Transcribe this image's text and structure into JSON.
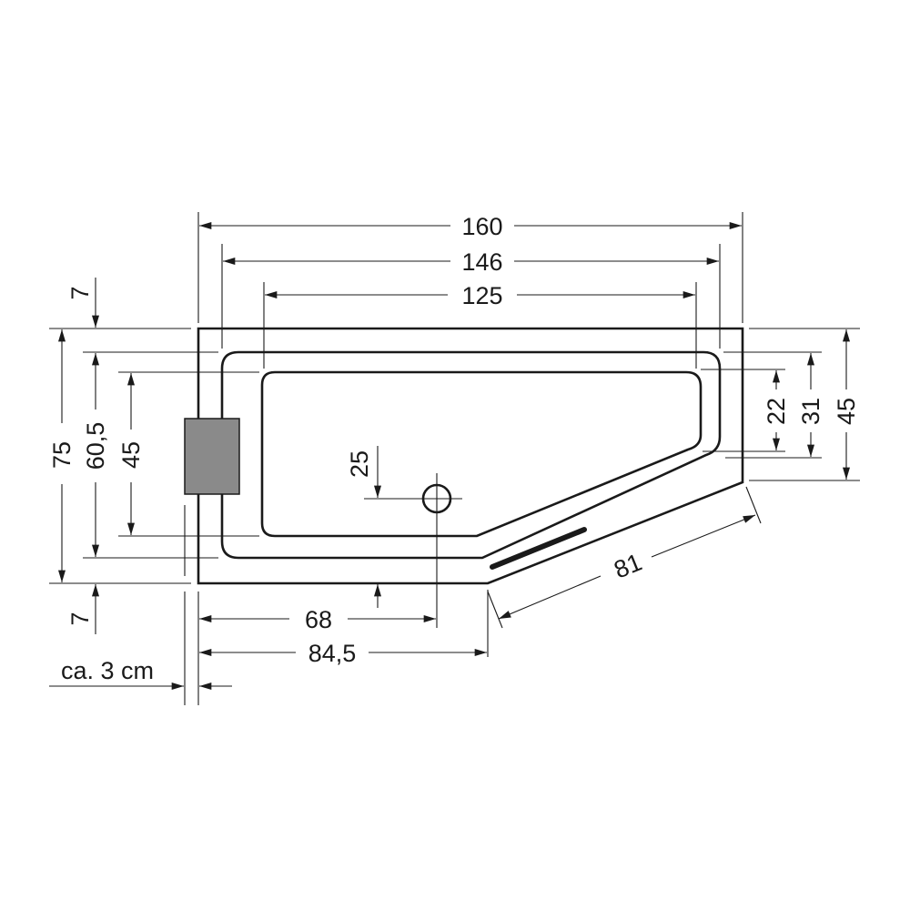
{
  "dimensions": {
    "overall_length": "160",
    "inner_rim_length": "146",
    "basin_length": "125",
    "overall_width": "75",
    "inner_rim_width": "60,5",
    "basin_width": "45",
    "rim_top": "7",
    "rim_bottom": "7",
    "right_basin_width": "22",
    "right_inner_width": "31",
    "right_overall_width": "45",
    "drain_offset": "25",
    "drain_position": "68",
    "corner_position": "84,5",
    "diagonal_length": "81",
    "panel_offset": "ca. 3 cm"
  },
  "colors": {
    "line": "#1a1a1a",
    "panel": "#8a8a8a"
  }
}
